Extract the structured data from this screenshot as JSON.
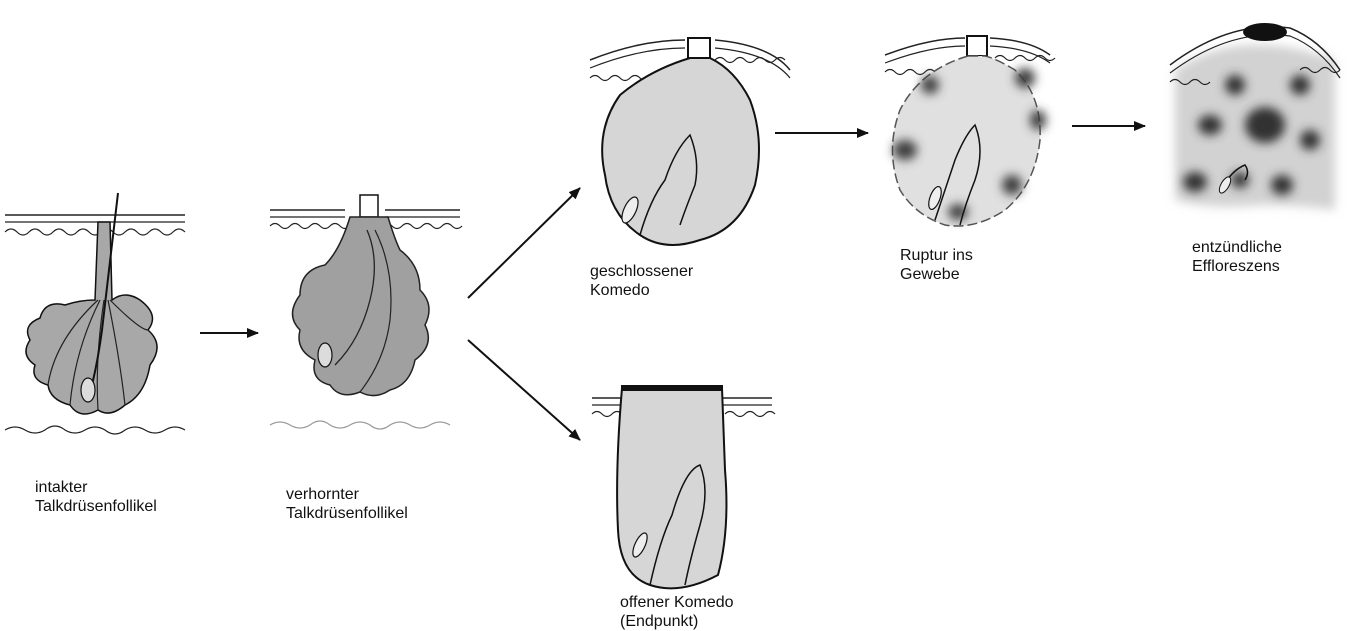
{
  "stages": {
    "intact": {
      "line1": "intakter",
      "line2": "Talkdrüsenfollikel"
    },
    "keratinized": {
      "line1": "verhornter",
      "line2": "Talkdrüsenfollikel"
    },
    "closed": {
      "line1": "geschlossener",
      "line2": "Komedo"
    },
    "open": {
      "line1": "offener Komedo",
      "line2": "(Endpunkt)"
    },
    "rupture": {
      "line1": "Ruptur ins",
      "line2": "Gewebe"
    },
    "inflamed": {
      "line1": "entzündliche",
      "line2": "Effloreszens"
    }
  },
  "colors": {
    "gland_fill": "#a8a8a8",
    "comedo_fill": "#d6d6d6",
    "ink": "#111111",
    "spot": "#3c3c3c"
  }
}
